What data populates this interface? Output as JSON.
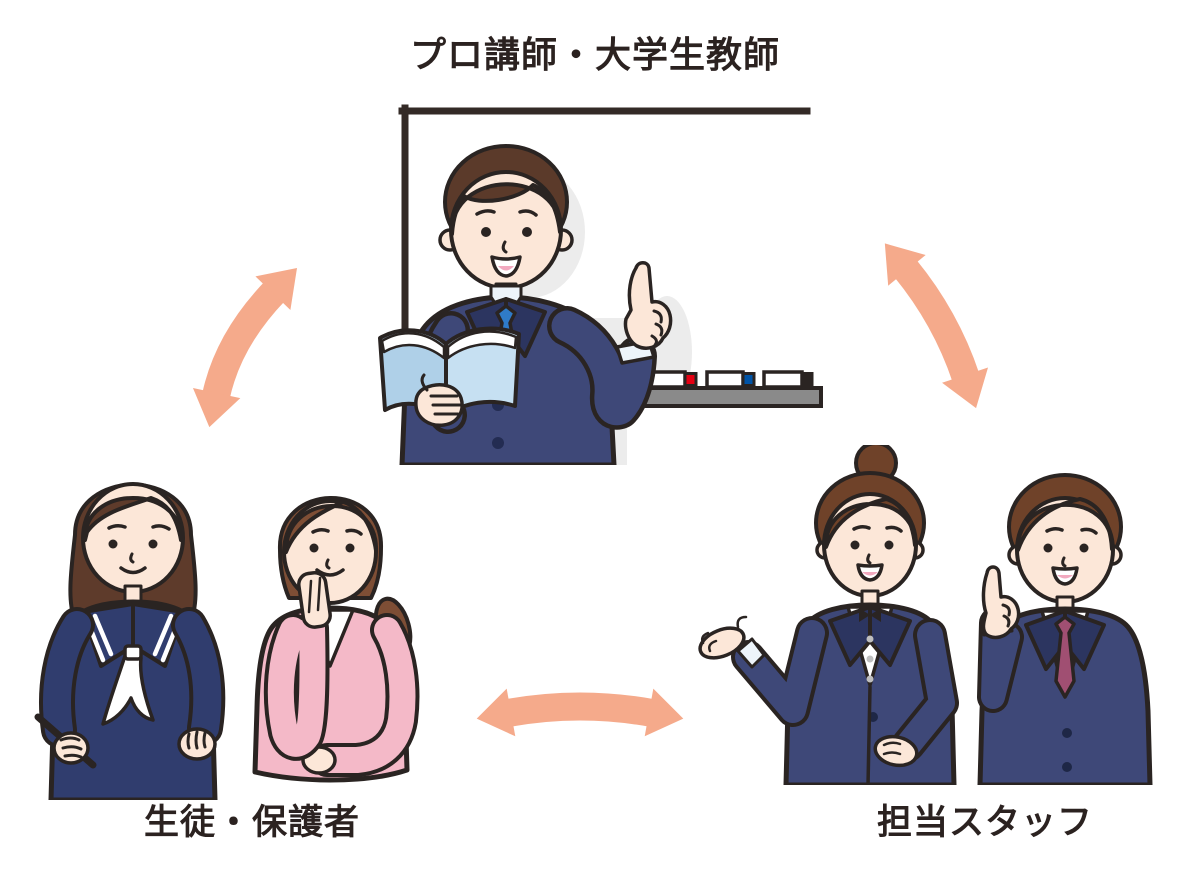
{
  "diagram": {
    "type": "three-way cycle",
    "nodes": [
      {
        "id": "instructors",
        "label": "プロ講師・大学生教師",
        "position": "top-center",
        "figure": "male teacher at whiteboard holding open textbook, pointing up"
      },
      {
        "id": "students_guardians",
        "label": "生徒・保護者",
        "position": "bottom-left",
        "figure": "schoolgirl in sailor uniform writing with pen, mother resting chin on hand"
      },
      {
        "id": "staff",
        "label": "担当スタッフ",
        "position": "bottom-right",
        "figure": "female staff member with open-palm gesture, male staff member pointing up"
      }
    ],
    "edges": [
      {
        "from": "instructors",
        "to": "students_guardians",
        "bidirectional": true
      },
      {
        "from": "instructors",
        "to": "staff",
        "bidirectional": true
      },
      {
        "from": "students_guardians",
        "to": "staff",
        "bidirectional": true
      }
    ],
    "colors": {
      "background": "#FFFFFF",
      "arrow": "#F5AA8B",
      "outline": "#2A2422",
      "label_text": "#2B2220",
      "skin": "#FCE7D8",
      "suit_navy": "#3E4878",
      "suit_navy_dark": "#2C3560",
      "sailor_navy": "#303D6E",
      "cardigan_pink": "#F4B9C8",
      "cardigan_pink_dark": "#EFA2B8",
      "book_blue_left": "#AFD0E8",
      "book_blue_right": "#C6E0F2",
      "teacher_tie_blue": "#2F7BC8",
      "staff_tie_maroon": "#A04F72",
      "hair_dark_brown": "#5B3A2A",
      "hair_mid_brown": "#7E4E35",
      "hair_staff_brown": "#6F4229",
      "mouth_pink": "#F2A9BF",
      "tray_gray": "#8A8A8A",
      "marker_red": "#E60012",
      "marker_blue": "#0053A6",
      "marker_black": "#2A2422",
      "shadow_gray": "#ECECEC"
    }
  }
}
